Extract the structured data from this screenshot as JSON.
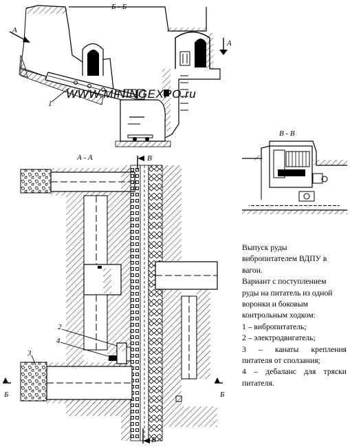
{
  "labels": {
    "section_bb": "Б - Б",
    "section_aa": "А - А",
    "section_vv": "В - В",
    "cut_a_left": "А",
    "cut_a_right": "А",
    "cut_v_top": "В",
    "cut_v_bottom": "В",
    "cut_b_left": "Б",
    "cut_b_right": "Б"
  },
  "watermark": "WWW.MININGEXPO.ru",
  "callouts": {
    "n1": "1",
    "n2": "2",
    "n3": "3",
    "n4": "4"
  },
  "caption": {
    "title_lines": [
      "Выпуск руды",
      "вибропитателем ВДПУ в",
      "вагон."
    ],
    "variant_lines": [
      "Вариант с поступлением",
      "руды на питатель из одной",
      "воронки и боковым",
      "контрольным ходком:"
    ],
    "item1": "1 – вибропитатель;",
    "item2": "2 – электродвигатель;",
    "item3_a": "3 – канаты крепления",
    "item3_b": "питателя от сползания;",
    "item4_a": "4 – дебаланс для тряски",
    "item4_b": "питателя."
  }
}
